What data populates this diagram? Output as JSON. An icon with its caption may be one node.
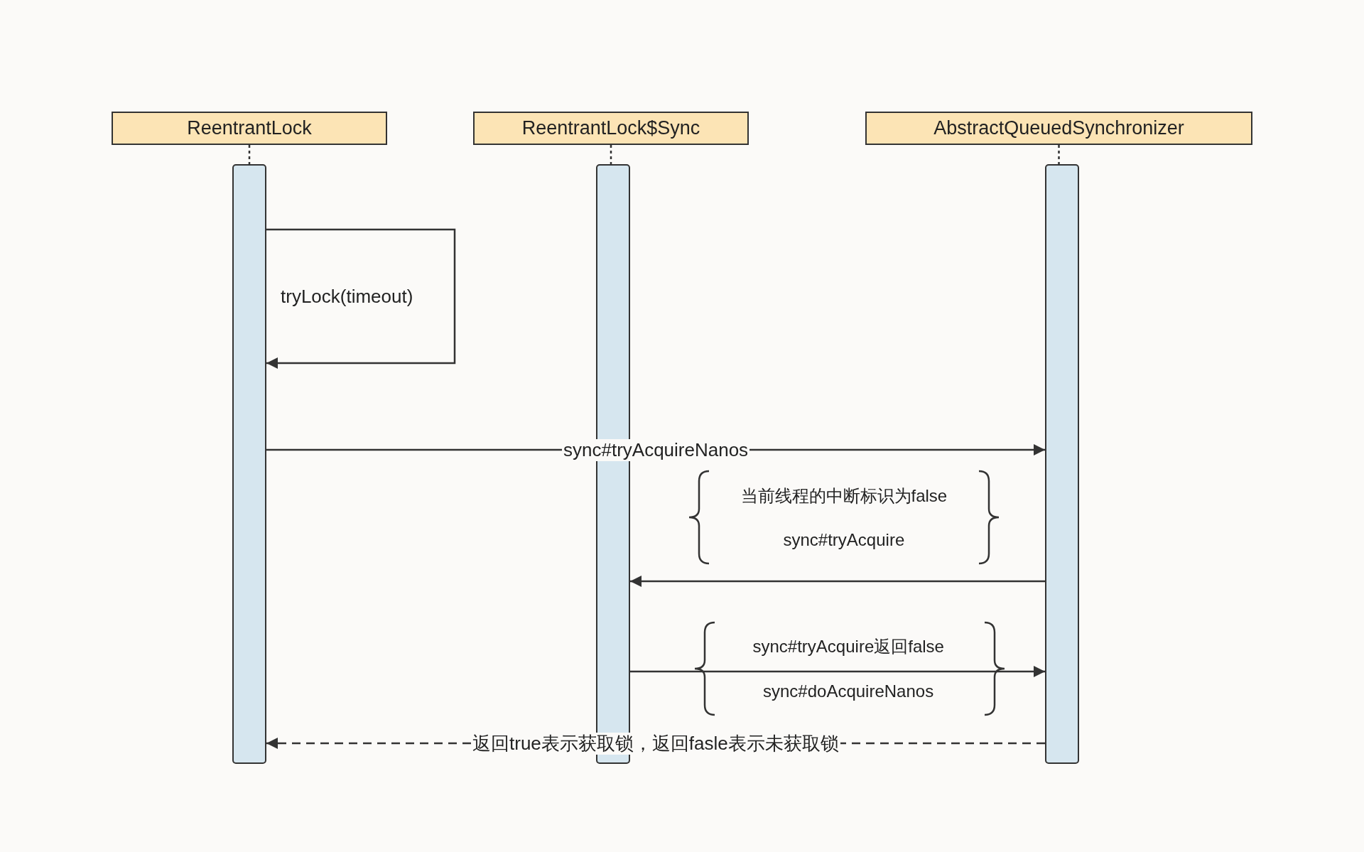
{
  "diagram": {
    "nodes": [
      {
        "text": [
          "ReentrantLock"
        ]
      },
      {
        "text": [
          "ReentrantLock$Sync"
        ]
      },
      {
        "text": [
          "AbstractQueuedSynchronizer"
        ]
      },
      {
        "text": [],
        "shape": "bar"
      },
      {
        "text": [],
        "shape": "bar"
      },
      {
        "text": [],
        "shape": "bar"
      }
    ],
    "edges": [
      {
        "from": 0,
        "to": 3,
        "arrow": "none",
        "style": "dashed"
      },
      {
        "from": 1,
        "to": 4,
        "arrow": "none",
        "style": "dashed"
      },
      {
        "from": 2,
        "to": 5,
        "arrow": "none",
        "style": "dashed"
      },
      {
        "from": 3,
        "to": 3,
        "arrow": "to",
        "label": "tryLock(timeout)"
      },
      {
        "from": 3,
        "to": 5,
        "arrow": "to",
        "label": "sync#tryAcquireNanos"
      },
      {
        "from": 5,
        "to": 4,
        "arrow": "to"
      },
      {
        "from": 4,
        "to": 5,
        "arrow": "to"
      },
      {
        "from": 5,
        "to": 3,
        "arrow": "to",
        "style": "dashed",
        "label": "返回true表示获取锁，返回fasle表示未获取锁"
      }
    ],
    "labels": [
      "当前线程的中断标识为false",
      "sync#tryAcquire",
      "sync#tryAcquire返回false",
      "sync#doAcquireNanos"
    ]
  }
}
